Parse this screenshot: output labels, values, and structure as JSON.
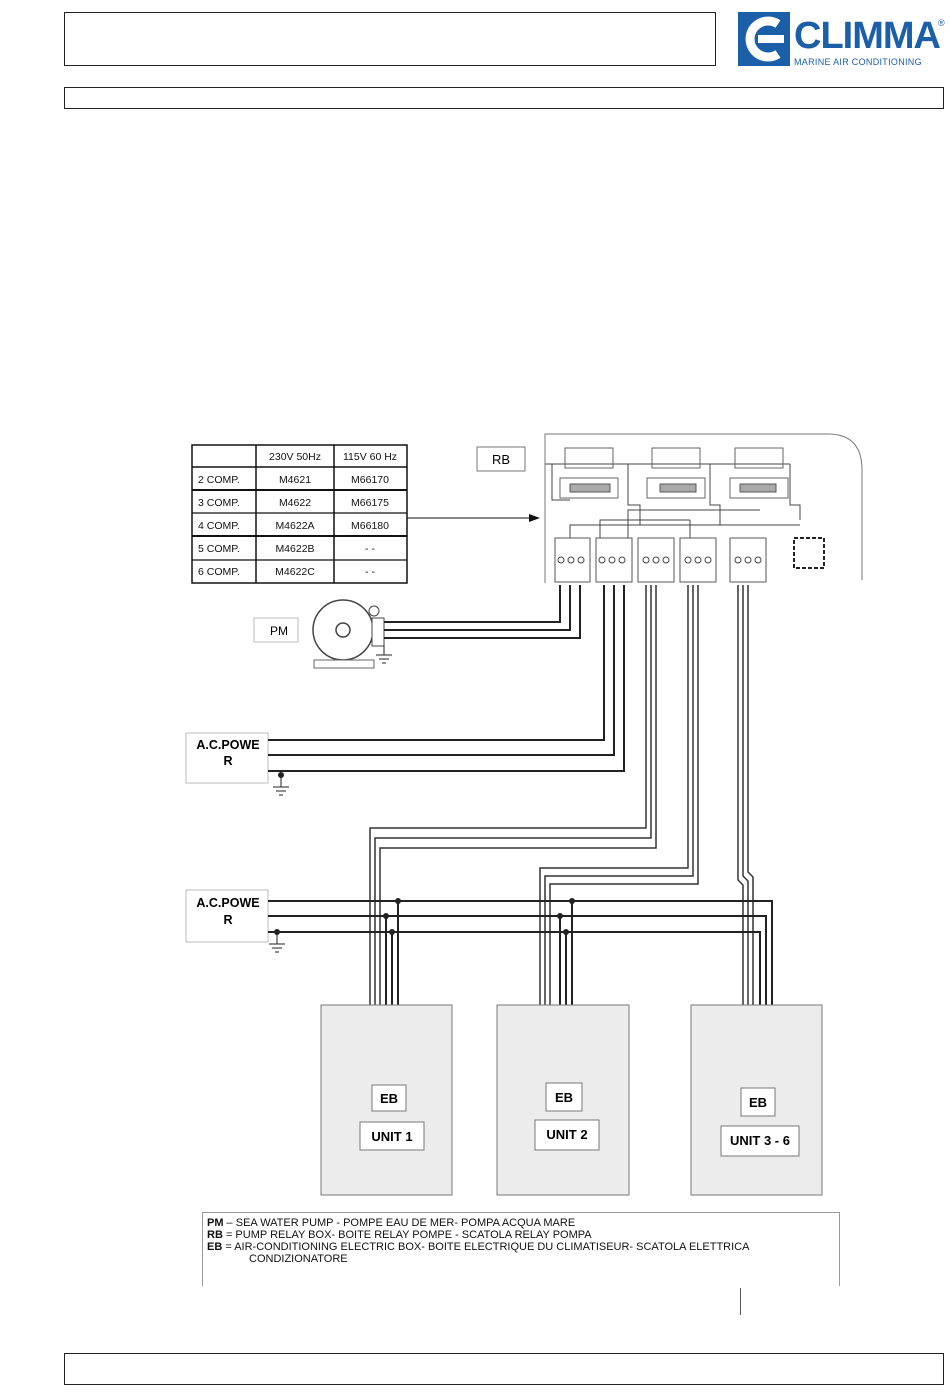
{
  "logo": {
    "word": "CLIMMA",
    "reg": "®",
    "tagline": "MARINE AIR CONDITIONING",
    "brand_color": "#1a5fa8"
  },
  "table": {
    "headers": [
      "",
      "230V 50Hz",
      "115V 60 Hz"
    ],
    "rows": [
      [
        "2 COMP.",
        "M4621",
        "M66170"
      ],
      [
        "3 COMP.",
        "M4622",
        "M66175"
      ],
      [
        "4 COMP.",
        "M4622A",
        "M66180"
      ],
      [
        "5 COMP.",
        "M4622B",
        "- -"
      ],
      [
        "6 COMP.",
        "M4622C",
        "- -"
      ]
    ]
  },
  "labels": {
    "rb": "RB",
    "pm": "PM",
    "ac_power_1": [
      "A.C.POWE",
      "R"
    ],
    "ac_power_2": [
      "A.C.POWE",
      "R"
    ],
    "eb": "EB",
    "unit_1": "UNIT 1",
    "unit_2": "UNIT 2",
    "unit_3": "UNIT 3 - 6"
  },
  "legend": [
    {
      "key": "PM",
      "text": " – SEA WATER PUMP - POMPE EAU DE MER- POMPA ACQUA MARE"
    },
    {
      "key": "RB",
      "text": " = PUMP RELAY BOX- BOITE RELAY POMPE - SCATOLA RELAY POMPA"
    },
    {
      "key": "EB",
      "text": " = AIR-CONDITIONING ELECTRIC BOX- BOITE ELECTRIQUE DU CLIMATISEUR- SCATOLA ELETTRICA"
    }
  ],
  "legend_cont": "CONDIZIONATORE"
}
